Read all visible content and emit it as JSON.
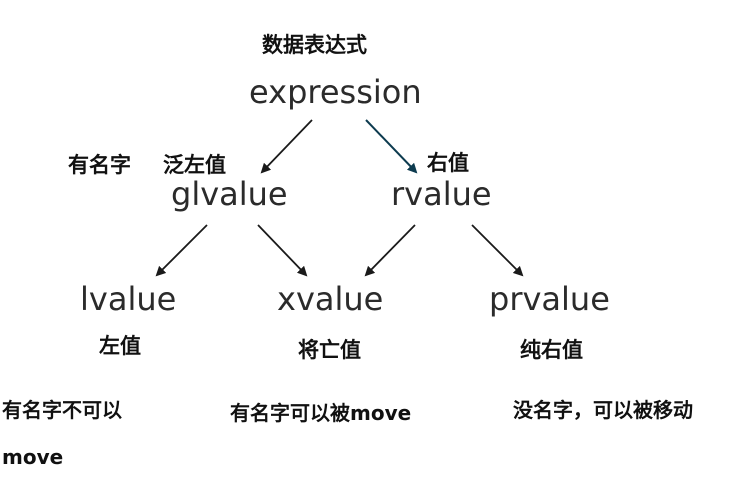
{
  "nodes": {
    "expression": "expression",
    "glvalue": "glvalue",
    "rvalue": "rvalue",
    "lvalue": "lvalue",
    "xvalue": "xvalue",
    "prvalue": "prvalue"
  },
  "labels": {
    "expression_cn": "数据表达式",
    "glvalue_named": "有名字",
    "glvalue_cn": "泛左值",
    "rvalue_cn": "右值",
    "lvalue_cn": "左值",
    "xvalue_cn": "将亡值",
    "prvalue_cn": "纯右值"
  },
  "descriptions": {
    "lvalue_line1": "有名字不可以",
    "lvalue_line2": "move",
    "xvalue": "有名字可以被move",
    "prvalue": "没名字，可以被移动"
  },
  "colors": {
    "arrow": "#1a1a1a",
    "highlight_arrow": "#0d3b4f"
  }
}
